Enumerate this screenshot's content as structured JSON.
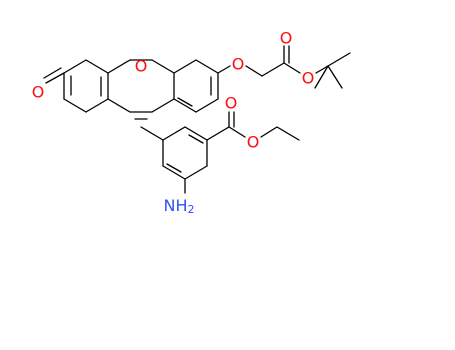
{
  "atom_labels": {
    "xanthene_oxygen": "O",
    "keto_oxygen": "O",
    "ether_oxygen": "O",
    "tbu_carbonyl_oxygen": "O",
    "tbu_ester_oxygen": "O",
    "ethyl_carbonyl_oxygen": "O",
    "ethyl_ester_oxygen": "O",
    "amine_n": "NH",
    "amine_h_count": "2"
  },
  "colors": {
    "oxygen": "#ff0d0d",
    "nitrogen": "#3050f8",
    "bond": "#000000",
    "background": "#ffffff"
  }
}
